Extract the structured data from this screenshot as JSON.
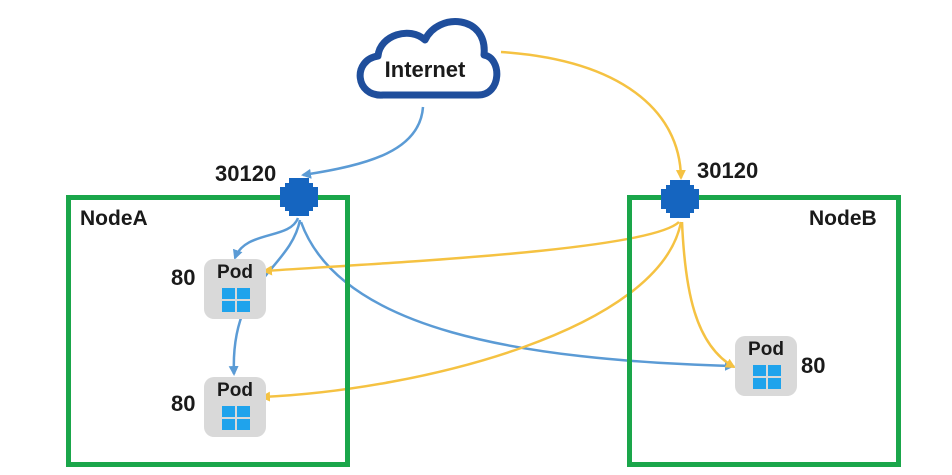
{
  "internet": {
    "label": "Internet"
  },
  "nodes": [
    {
      "name": "NodeA",
      "port": "30120"
    },
    {
      "name": "NodeB",
      "port": "30120"
    }
  ],
  "pods": [
    {
      "label": "Pod",
      "port": "80",
      "node": "NodeA"
    },
    {
      "label": "Pod",
      "port": "80",
      "node": "NodeA"
    },
    {
      "label": "Pod",
      "port": "80",
      "node": "NodeB"
    }
  ],
  "colors": {
    "node_border": "#1aa64a",
    "cloud": "#1f4e9c",
    "node_port": "#1565c0",
    "blue_path": "#5b9bd5",
    "yellow_path": "#f5c242",
    "pod_bg": "#d9d9d9",
    "pod_icon": "#1fa3ec"
  }
}
